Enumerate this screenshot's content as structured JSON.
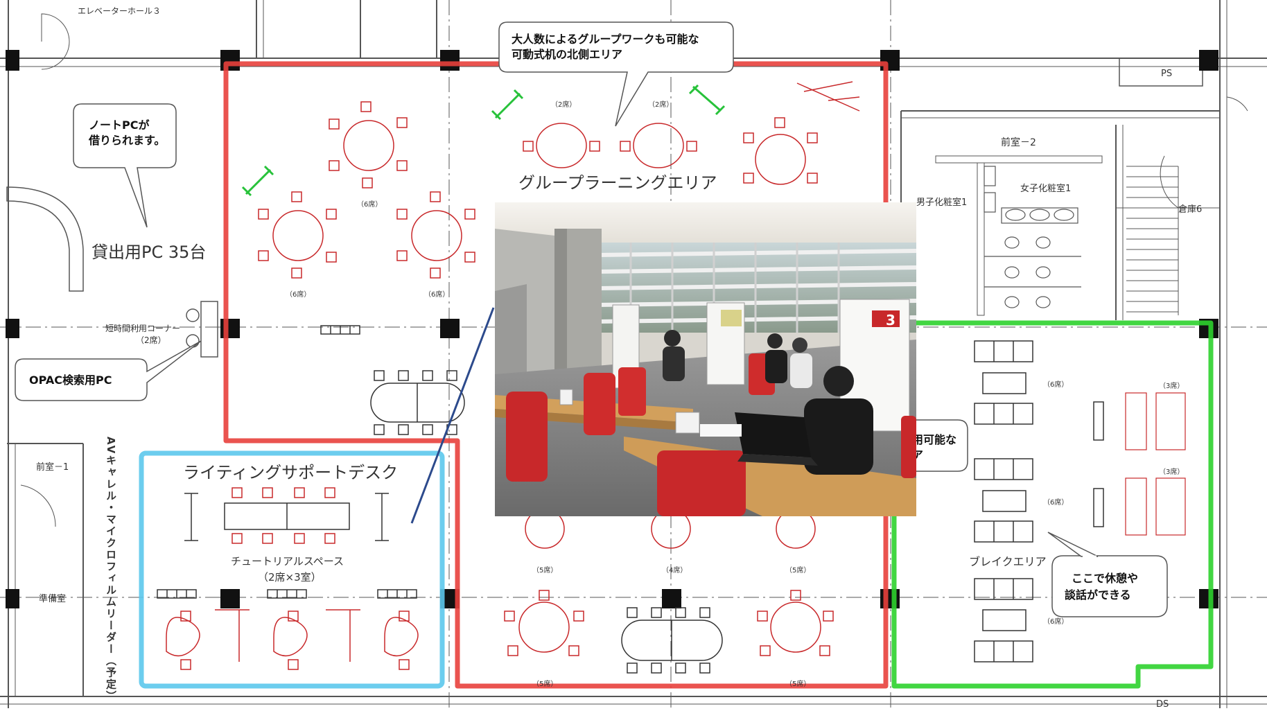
{
  "top_label": "エレベーターホール３",
  "callouts": {
    "north": [
      "大人数によるグループワークも可能な",
      "可動式机の北側エリア"
    ],
    "notepc": [
      "ノートPCが",
      "借りられます。"
    ],
    "opac": "OPAC検索用PC",
    "break": [
      "ここで休憩や",
      "談話ができる"
    ],
    "south_partial": [
      "用可能な",
      "ア"
    ]
  },
  "areas": {
    "group_learning": "グループラーニングエリア",
    "writing_support": "ライティングサポートデスク",
    "tutorial": "チュートリアルスペース",
    "tutorial_sub": "（2席×3室）",
    "break_area": "ブレイクエリア",
    "lending_pc": "貸出用PC 35台",
    "short_term": "短時間利用コーナー",
    "short_term_seats": "（2席）",
    "av_carrel": "AVキャレル・マイクロフィルムリーダー（予定）"
  },
  "rooms": {
    "front_room_1": "前室－1",
    "front_room_2": "前室－2",
    "prep_room": "準備室",
    "mens_powder": "男子化粧室1",
    "womens_powder": "女子化粧室1",
    "storage": "倉庫6",
    "ps_top": "PS",
    "ds_bottom": "DS"
  },
  "seat_labels": {
    "two": "（2席）",
    "six": "（6席）",
    "five": "（5席）",
    "four": "（4席）",
    "three": "（3席）"
  },
  "colors": {
    "group_border": "#e8403c",
    "writing_border": "#5cc8ec",
    "break_border": "#2ed12e",
    "furniture": "#c8282a",
    "plant": "#27c23a",
    "wall": "#555555",
    "connector": "#2c4a8c"
  },
  "photo": {
    "panel_number": "3"
  }
}
